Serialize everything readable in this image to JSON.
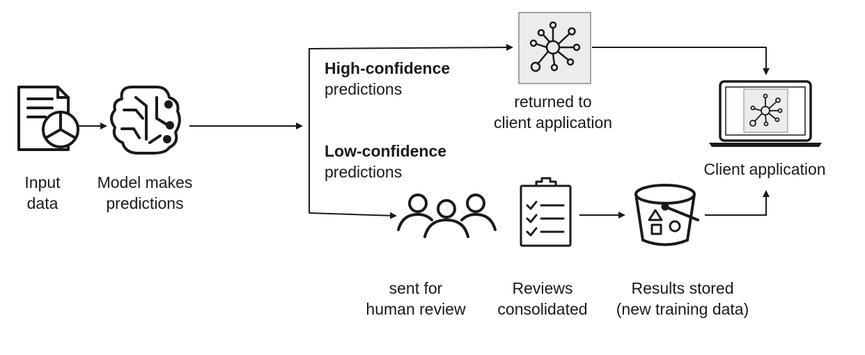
{
  "nodes": {
    "input": {
      "label_line1": "Input",
      "label_line2": "data",
      "icon": "document-pie-icon"
    },
    "model": {
      "label_line1": "Model makes",
      "label_line2": "predictions",
      "icon": "brain-circuit-icon"
    },
    "high_confidence": {
      "title": "High-confidence",
      "subtitle": "predictions"
    },
    "low_confidence": {
      "title": "Low-confidence",
      "subtitle": "predictions"
    },
    "returned": {
      "label_line1": "returned to",
      "label_line2": "client application",
      "icon": "network-hub-icon"
    },
    "client": {
      "label": "Client application",
      "icon": "laptop-icon"
    },
    "human_review": {
      "label_line1": "sent for",
      "label_line2": "human review",
      "icon": "people-group-icon"
    },
    "reviews": {
      "label_line1": "Reviews",
      "label_line2": "consolidated",
      "icon": "clipboard-checklist-icon"
    },
    "results": {
      "label_line1": "Results stored",
      "label_line2": "(new training data)",
      "icon": "bucket-shapes-icon"
    }
  },
  "colors": {
    "stroke": "#1a1a1a",
    "panel_fill": "#ececec",
    "panel_border": "#888888"
  }
}
